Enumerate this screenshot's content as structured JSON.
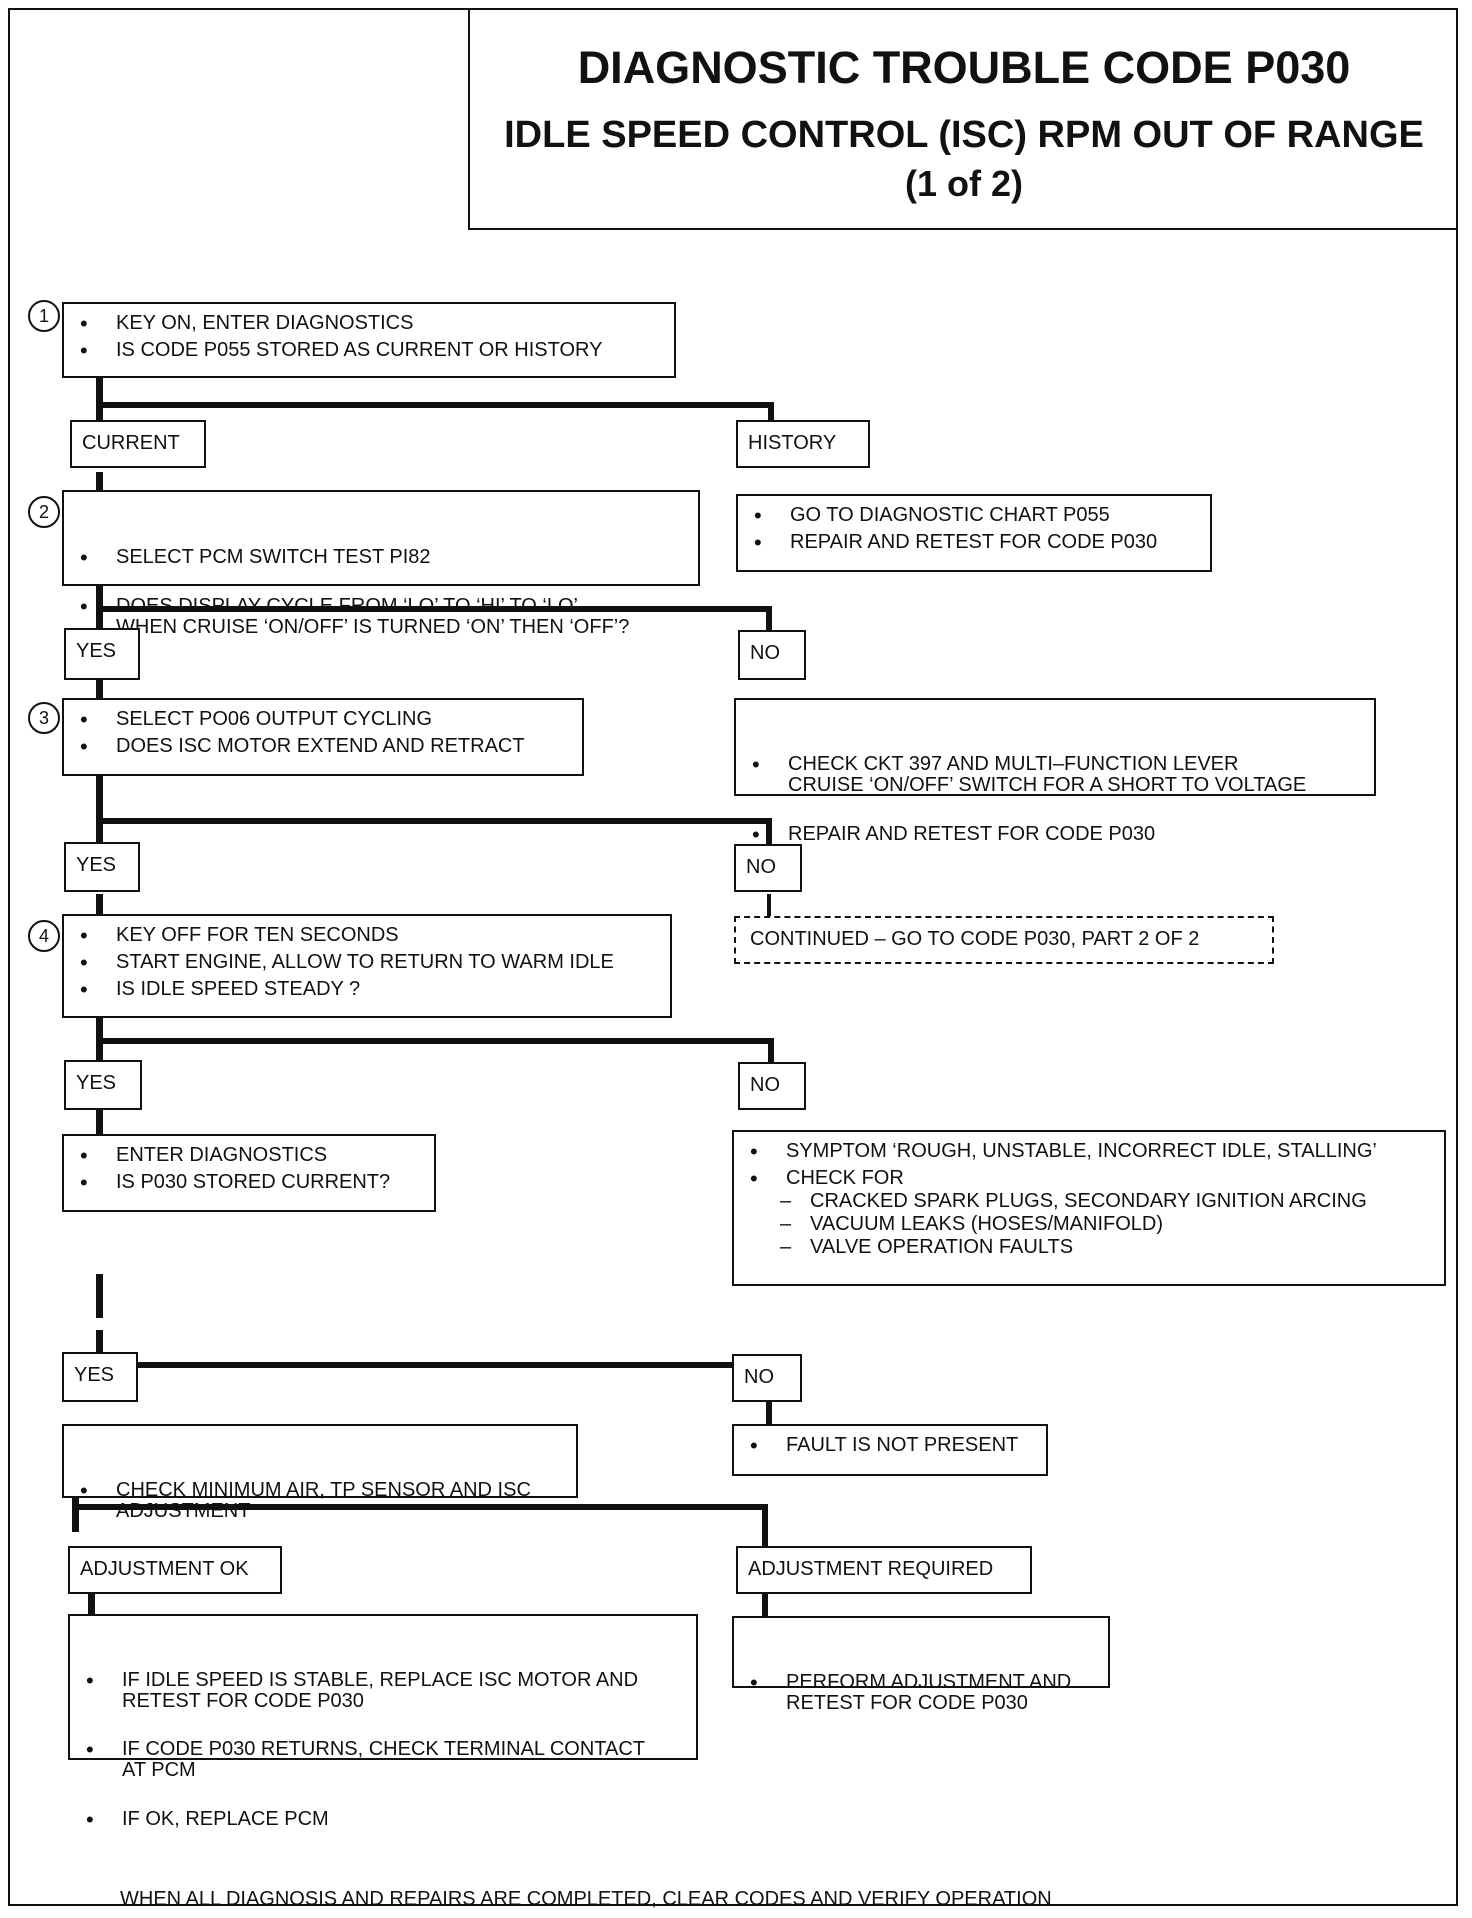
{
  "header": {
    "title": "DIAGNOSTIC TROUBLE CODE P030",
    "subtitle": "IDLE SPEED CONTROL (ISC) RPM OUT OF RANGE",
    "part": "(1 of 2)"
  },
  "steps": {
    "s1": {
      "number": "1",
      "items": [
        "KEY ON, ENTER DIAGNOSTICS",
        "IS CODE P055 STORED AS CURRENT OR HISTORY"
      ]
    },
    "s2": {
      "number": "2",
      "items": [
        "SELECT PCM SWITCH TEST PI82",
        "DOES DISPLAY CYCLE FROM ‘LO’ TO ‘HI’ TO ‘LO’\nWHEN CRUISE ‘ON/OFF’ IS TURNED ‘ON’ THEN ‘OFF’?"
      ]
    },
    "s3": {
      "number": "3",
      "items": [
        "SELECT PO06 OUTPUT CYCLING",
        "DOES ISC MOTOR EXTEND AND RETRACT"
      ]
    },
    "s4": {
      "number": "4",
      "items": [
        "KEY OFF FOR TEN SECONDS",
        "START ENGINE, ALLOW TO RETURN TO WARM IDLE",
        "IS IDLE SPEED STEADY ?"
      ]
    }
  },
  "labels": {
    "current": "CURRENT",
    "history": "HISTORY",
    "yes": "YES",
    "no": "NO",
    "adjustment_ok": "ADJUSTMENT OK",
    "adjustment_required": "ADJUSTMENT REQUIRED"
  },
  "boxes": {
    "history_action": [
      "GO TO DIAGNOSTIC CHART P055",
      "REPAIR AND RETEST FOR CODE P030"
    ],
    "no2_action": [
      "CHECK CKT 397 AND MULTI–FUNCTION LEVER\nCRUISE ‘ON/OFF’ SWITCH FOR A SHORT TO VOLTAGE",
      "REPAIR AND RETEST FOR CODE P030"
    ],
    "continued": "CONTINUED – GO TO CODE P030, PART 2 OF 2",
    "yes4_action": [
      "ENTER DIAGNOSTICS",
      "IS P030 STORED CURRENT?"
    ],
    "no4_symptom": "SYMPTOM ‘ROUGH, UNSTABLE, INCORRECT IDLE, STALLING’",
    "no4_check": "CHECK FOR",
    "no4_subitems": [
      "CRACKED SPARK PLUGS, SECONDARY IGNITION ARCING",
      "VACUUM LEAKS (HOSES/MANIFOLD)",
      "VALVE   OPERATION FAULTS"
    ],
    "yes5_action": [
      "CHECK MINIMUM AIR, TP SENSOR AND ISC\nADJUSTMENT"
    ],
    "no5_action": [
      "FAULT IS NOT PRESENT"
    ],
    "adj_ok_action": [
      "IF IDLE SPEED IS STABLE, REPLACE ISC MOTOR AND\nRETEST FOR CODE P030",
      "IF CODE P030 RETURNS, CHECK TERMINAL CONTACT\nAT PCM",
      "IF OK, REPLACE PCM"
    ],
    "adj_req_action": [
      "PERFORM ADJUSTMENT AND\nRETEST FOR CODE P030"
    ]
  },
  "footer": "WHEN ALL DIAGNOSIS AND REPAIRS ARE COMPLETED, CLEAR CODES AND VERIFY OPERATION"
}
